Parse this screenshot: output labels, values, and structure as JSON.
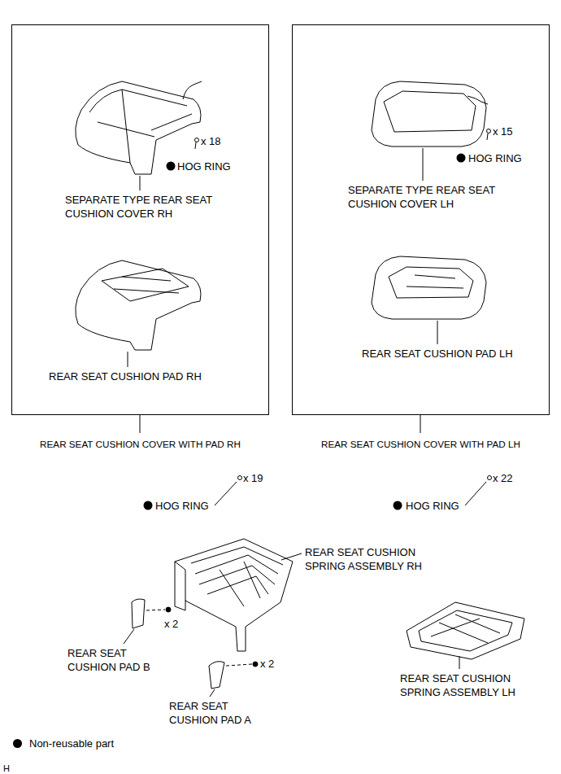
{
  "diagram": {
    "nodes": [
      {
        "text": [
          "REAR SEAT CUSHION COVER WITH PAD RH"
        ]
      },
      {
        "text": [
          "REAR SEAT CUSHION COVER WITH PAD LH"
        ]
      }
    ],
    "labels": [
      "x 18",
      "HOG RING",
      "SEPARATE TYPE REAR SEAT CUSHION COVER RH",
      "REAR SEAT CUSHION PAD RH",
      "x 15",
      "HOG RING",
      "SEPARATE TYPE REAR SEAT CUSHION COVER LH",
      "REAR SEAT CUSHION PAD LH",
      "x 19",
      "HOG RING",
      "x 22",
      "HOG RING",
      "REAR SEAT CUSHION SPRING ASSEMBLY RH",
      "x 2",
      "REAR SEAT CUSHION PAD B",
      "x 2",
      "REAR SEAT CUSHION PAD A",
      "REAR SEAT CUSHION SPRING ASSEMBLY LH",
      "H"
    ],
    "legend": [
      {
        "text": "Non-reusable part"
      }
    ]
  }
}
